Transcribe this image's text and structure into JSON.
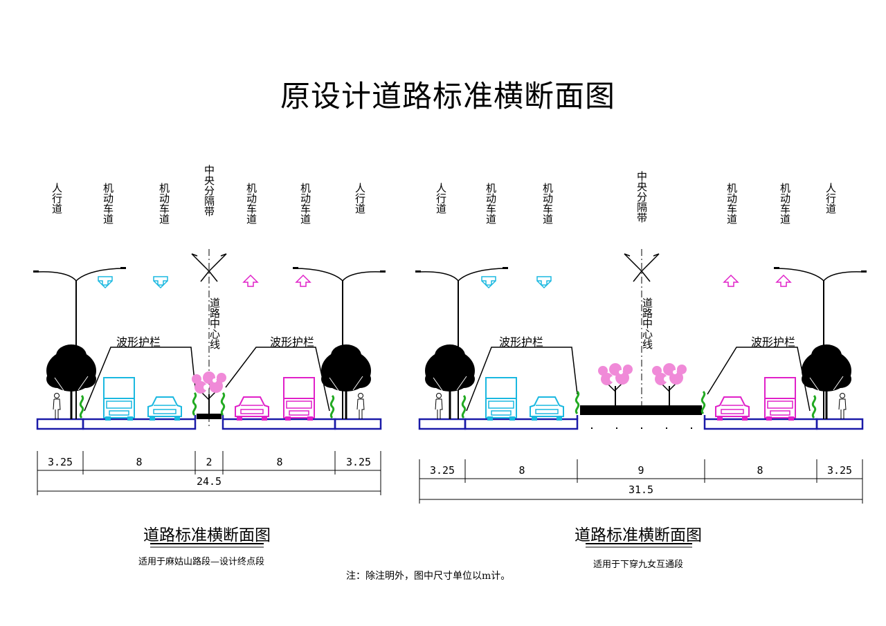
{
  "title": "原设计道路标准横断面图",
  "left_section": {
    "labels": {
      "sidewalk_left": "人行道",
      "lane_1": "机动车道",
      "lane_2": "机动车道",
      "median": "中央分隔带",
      "lane_3": "机动车道",
      "lane_4": "机动车道",
      "sidewalk_right": "人行道"
    },
    "centerline": "道路中心线",
    "guardrail_left": "波形护栏",
    "guardrail_right": "波形护栏",
    "dims": [
      "3.25",
      "8",
      "2",
      "8",
      "3.25"
    ],
    "total": "24.5",
    "subtitle": "道路标准横断面图",
    "applies_to": "适用于麻姑山路段—设计终点段"
  },
  "right_section": {
    "labels": {
      "sidewalk_left": "人行道",
      "lane_1": "机动车道",
      "lane_2": "机动车道",
      "median": "中央分隔带",
      "lane_3": "机动车道",
      "lane_4": "机动车道",
      "sidewalk_right": "人行道"
    },
    "centerline": "道路中心线",
    "guardrail_left": "波形护栏",
    "guardrail_right": "波形护栏",
    "dims": [
      "3.25",
      "8",
      "9",
      "8",
      "3.25"
    ],
    "total": "31.5",
    "subtitle": "道路标准横断面图",
    "applies_to": "适用于下穿九女互通段"
  },
  "note": "注：除注明外，图中尺寸单位以m计。",
  "colors": {
    "outline": "#1a1aa8",
    "cyan": "#1ab8e0",
    "magenta": "#e020c8",
    "shrub": "#22aa22",
    "blossom": "#f08ad8"
  }
}
